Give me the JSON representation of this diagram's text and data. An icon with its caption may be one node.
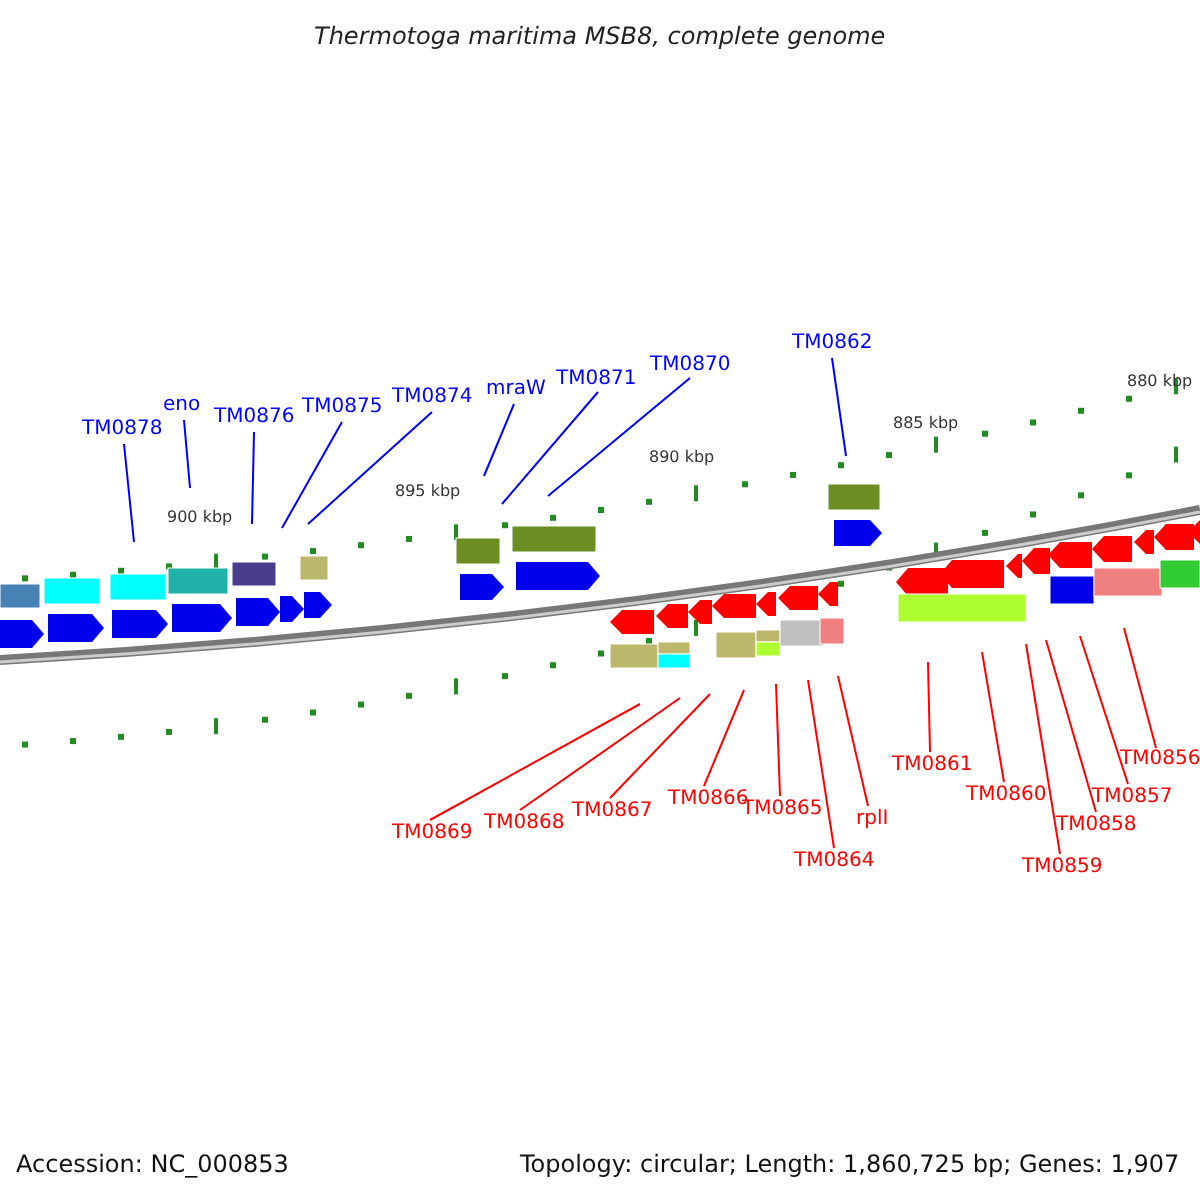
{
  "diagram": {
    "title": "Thermotoga maritima MSB8, complete genome",
    "nodes": [
      {
        "text": [
          "TM0878"
        ]
      },
      {
        "text": [
          "eno"
        ]
      },
      {
        "text": [
          "TM0876"
        ]
      },
      {
        "text": [
          "TM0875"
        ]
      },
      {
        "text": [
          "TM0874"
        ]
      },
      {
        "text": [
          "mraW"
        ]
      },
      {
        "text": [
          "TM0871"
        ]
      },
      {
        "text": [
          "TM0870"
        ]
      },
      {
        "text": [
          "TM0862"
        ]
      },
      {
        "text": [
          "TM0869"
        ]
      },
      {
        "text": [
          "TM0868"
        ]
      },
      {
        "text": [
          "TM0867"
        ]
      },
      {
        "text": [
          "TM0866"
        ]
      },
      {
        "text": [
          "TM0865"
        ]
      },
      {
        "text": [
          "TM0864"
        ]
      },
      {
        "text": [
          "rplI"
        ]
      },
      {
        "text": [
          "TM0861"
        ]
      },
      {
        "text": [
          "TM0860"
        ]
      },
      {
        "text": [
          "TM0859"
        ]
      },
      {
        "text": [
          "TM0858"
        ]
      },
      {
        "text": [
          "TM0857"
        ]
      },
      {
        "text": [
          "TM0856"
        ]
      }
    ],
    "edges": [
      {
        "from": 0,
        "to": null,
        "arrow": "none",
        "color": "#0000ff"
      },
      {
        "from": 1,
        "to": null,
        "arrow": "none",
        "color": "#0000ff"
      },
      {
        "from": 2,
        "to": null,
        "arrow": "none",
        "color": "#0000ff"
      },
      {
        "from": 3,
        "to": null,
        "arrow": "none",
        "color": "#0000ff"
      },
      {
        "from": 4,
        "to": null,
        "arrow": "none",
        "color": "#0000ff"
      },
      {
        "from": 5,
        "to": null,
        "arrow": "none",
        "color": "#0000ff"
      },
      {
        "from": 6,
        "to": null,
        "arrow": "none",
        "color": "#0000ff"
      },
      {
        "from": 7,
        "to": null,
        "arrow": "none",
        "color": "#0000ff"
      },
      {
        "from": 8,
        "to": null,
        "arrow": "none",
        "color": "#0000ff"
      },
      {
        "from": 9,
        "to": null,
        "arrow": "none"
      },
      {
        "from": 10,
        "to": null,
        "arrow": "none"
      },
      {
        "from": 11,
        "to": null,
        "arrow": "none"
      },
      {
        "from": 12,
        "to": null,
        "arrow": "none"
      },
      {
        "from": 13,
        "to": null,
        "arrow": "none"
      },
      {
        "from": 14,
        "to": null,
        "arrow": "none"
      },
      {
        "from": 15,
        "to": null,
        "arrow": "none"
      },
      {
        "from": 16,
        "to": null,
        "arrow": "none"
      },
      {
        "from": 17,
        "to": null,
        "arrow": "none"
      },
      {
        "from": 18,
        "to": null,
        "arrow": "none"
      },
      {
        "from": 19,
        "to": null,
        "arrow": "none"
      },
      {
        "from": 20,
        "to": null,
        "arrow": "none"
      },
      {
        "from": 21,
        "to": null,
        "arrow": "none"
      }
    ],
    "labels": [
      "880 kbp",
      "885 kbp",
      "890 kbp",
      "895 kbp",
      "900 kbp",
      "Accession: NC_000853",
      "Topology: circular; Length: 1,860,725 bp; Genes: 1,907"
    ]
  }
}
